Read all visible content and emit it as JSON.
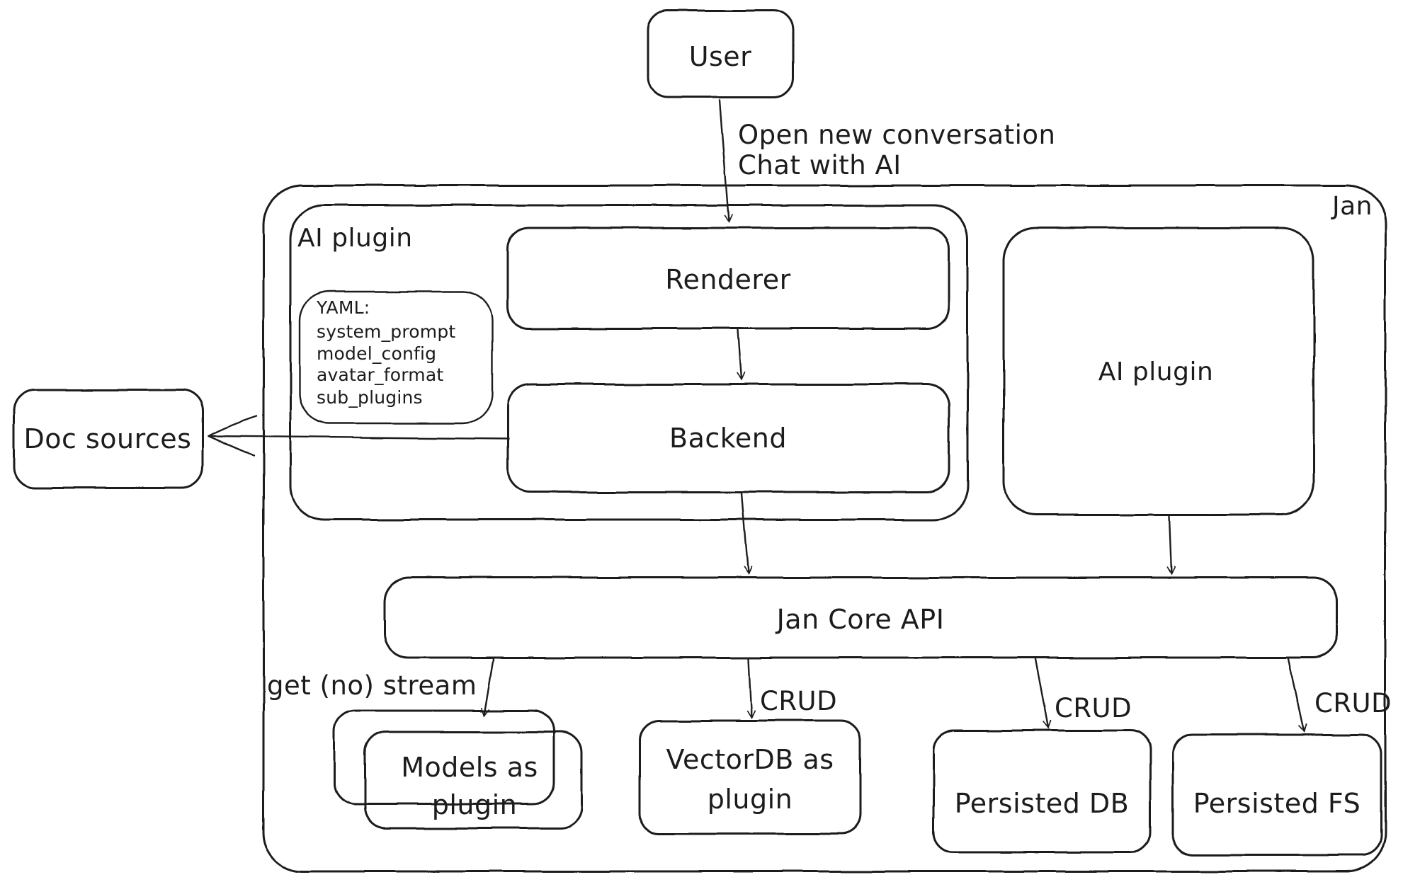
{
  "colors": {
    "stroke": "#1c1c1c",
    "bg": "#ffffff"
  },
  "nodes": {
    "user": "User",
    "jan_container_label": "Jan",
    "ai_plugin_container_label": "AI plugin",
    "renderer": "Renderer",
    "backend": "Backend",
    "yaml_note": {
      "lines": [
        "YAML:",
        "system_prompt",
        "model_config",
        "avatar_format",
        "sub_plugins"
      ]
    },
    "ai_plugin_right": "AI plugin",
    "doc_sources": "Doc sources",
    "jan_core_api": "Jan Core API",
    "models_as_plugin": {
      "line1": "Models as",
      "line2": "plugin"
    },
    "vectordb_as_plugin": {
      "line1": "VectorDB as",
      "line2": "plugin"
    },
    "persisted_db": "Persisted DB",
    "persisted_fs": "Persisted FS"
  },
  "edges": {
    "user_to_renderer": {
      "line1": "Open new conversation",
      "line2": "Chat with AI"
    },
    "coreapi_to_models": "get (no) stream",
    "coreapi_to_vectordb": "CRUD",
    "coreapi_to_persisted_db": "CRUD",
    "coreapi_to_persisted_fs": "CRUD"
  }
}
